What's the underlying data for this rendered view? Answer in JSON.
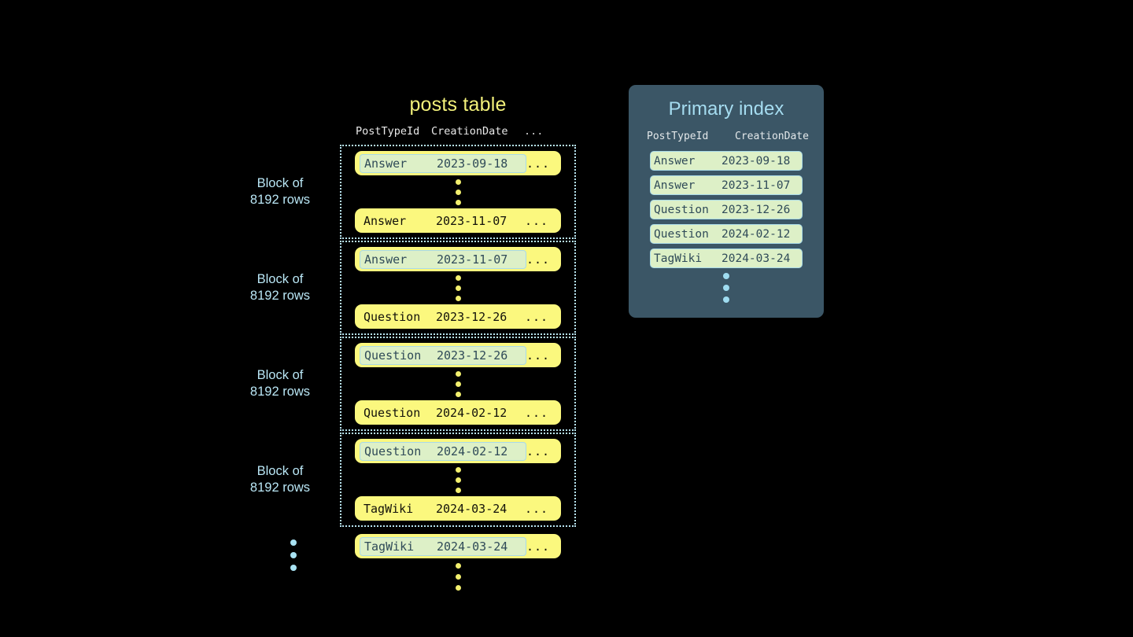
{
  "posts_table": {
    "title": "posts table",
    "columns": [
      "PostTypeId",
      "CreationDate",
      "..."
    ],
    "ellipsis": "...",
    "block_label": "Block of\n8192 rows",
    "blocks": [
      {
        "label": "Block of\n8192 rows",
        "first_row": {
          "post_type_id": "Answer",
          "creation_date": "2023-09-18",
          "more": "...",
          "highlighted": true
        },
        "last_row": {
          "post_type_id": "Answer",
          "creation_date": "2023-11-07",
          "more": "...",
          "highlighted": false
        }
      },
      {
        "label": "Block of\n8192 rows",
        "first_row": {
          "post_type_id": "Answer",
          "creation_date": "2023-11-07",
          "more": "...",
          "highlighted": true
        },
        "last_row": {
          "post_type_id": "Question",
          "creation_date": "2023-12-26",
          "more": "...",
          "highlighted": false
        }
      },
      {
        "label": "Block of\n8192 rows",
        "first_row": {
          "post_type_id": "Question",
          "creation_date": "2023-12-26",
          "more": "...",
          "highlighted": true
        },
        "last_row": {
          "post_type_id": "Question",
          "creation_date": "2024-02-12",
          "more": "...",
          "highlighted": false
        }
      },
      {
        "label": "Block of\n8192 rows",
        "first_row": {
          "post_type_id": "Question",
          "creation_date": "2024-02-12",
          "more": "...",
          "highlighted": true
        },
        "last_row": {
          "post_type_id": "TagWiki",
          "creation_date": "2024-03-24",
          "more": "...",
          "highlighted": false
        }
      }
    ],
    "tail_row": {
      "post_type_id": "TagWiki",
      "creation_date": "2024-03-24",
      "more": "...",
      "highlighted": true
    }
  },
  "primary_index": {
    "title": "Primary index",
    "columns": [
      "PostTypeId",
      "CreationDate"
    ],
    "rows": [
      {
        "post_type_id": "Answer",
        "creation_date": "2023-09-18"
      },
      {
        "post_type_id": "Answer",
        "creation_date": "2023-11-07"
      },
      {
        "post_type_id": "Question",
        "creation_date": "2023-12-26"
      },
      {
        "post_type_id": "Question",
        "creation_date": "2024-02-12"
      },
      {
        "post_type_id": "TagWiki",
        "creation_date": "2024-03-24"
      }
    ]
  },
  "colors": {
    "background": "#000000",
    "row_yellow": "#fbf87e",
    "highlight_green": "#ddf0c7",
    "highlight_border": "#a9dae8",
    "panel_slate": "#3b5666",
    "accent_blue": "#a5dcf0",
    "title_yellow": "#f2f07a",
    "dot_yellow": "#f2ef6e"
  }
}
